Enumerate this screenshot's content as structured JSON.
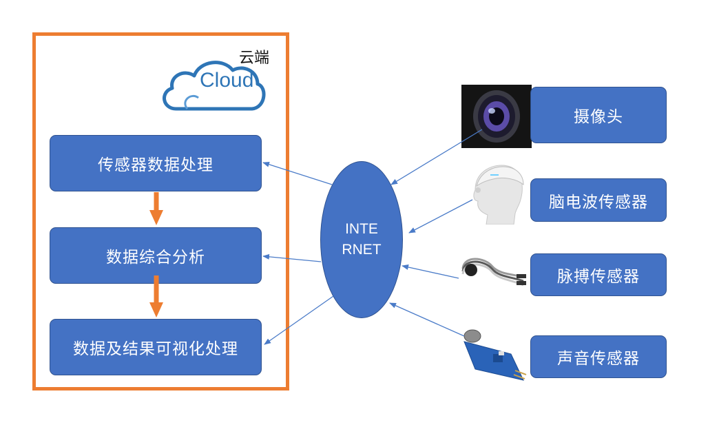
{
  "cloud_panel": {
    "caption": "云端",
    "logo_text": "Cloud"
  },
  "processing_steps": [
    "传感器数据处理",
    "数据综合分析",
    "数据及结果可视化处理"
  ],
  "internet": {
    "line1": "INTE",
    "line2": "RNET"
  },
  "sensors": [
    {
      "label": "摄像头",
      "icon": "camera-lens-icon"
    },
    {
      "label": "脑电波传感器",
      "icon": "eeg-headset-icon"
    },
    {
      "label": "脉搏传感器",
      "icon": "pulse-sensor-icon"
    },
    {
      "label": "声音传感器",
      "icon": "sound-sensor-icon"
    }
  ],
  "colors": {
    "box_fill": "#4472C4",
    "box_border": "#2F528F",
    "accent_orange": "#ED7D31",
    "arrow_blue": "#4A7BC8"
  }
}
